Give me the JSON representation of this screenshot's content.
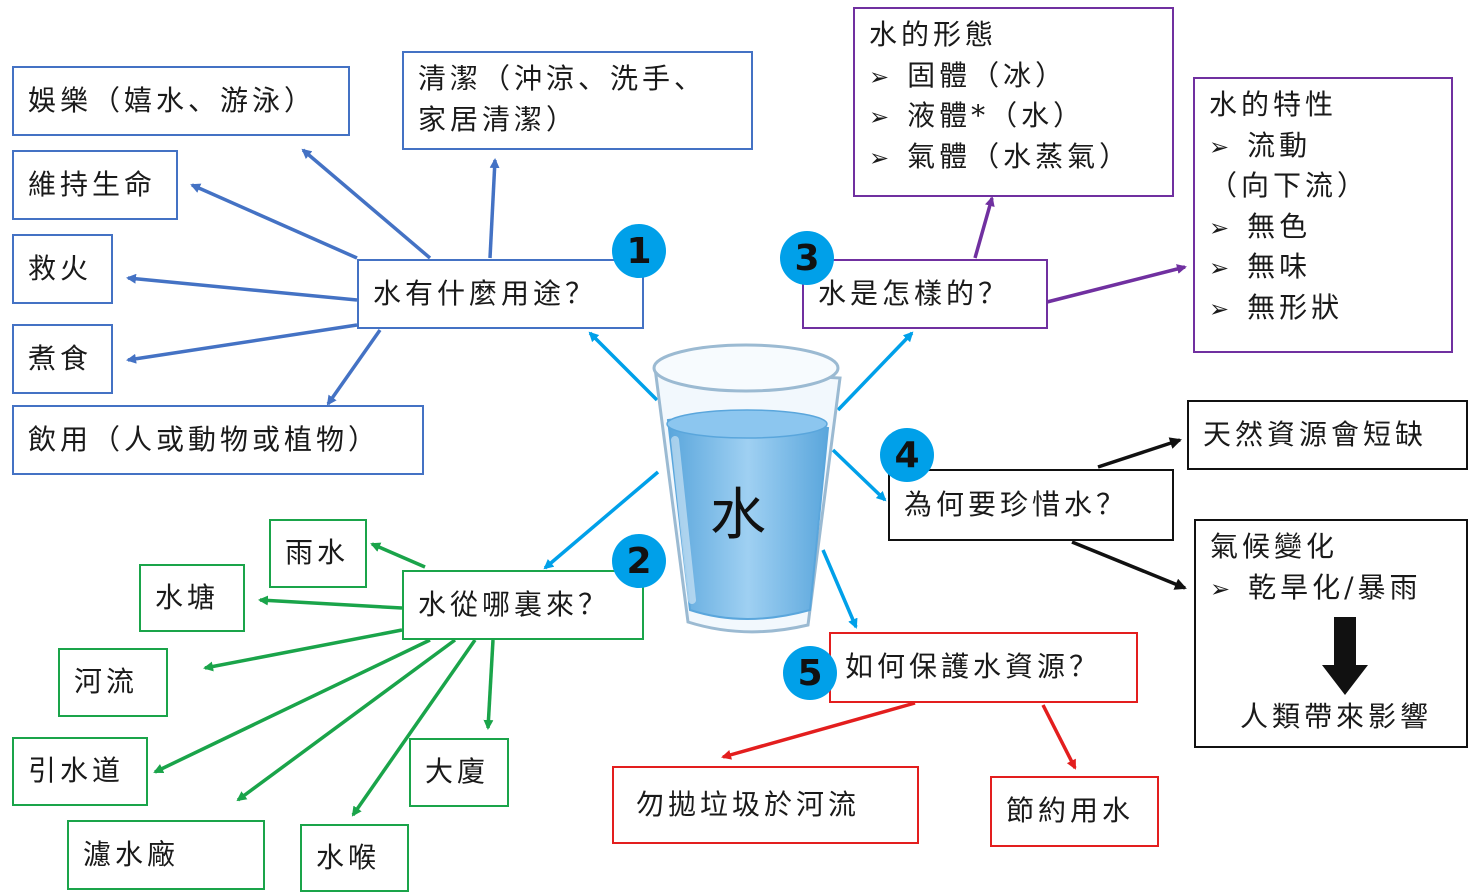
{
  "center": {
    "label": "水"
  },
  "q1": {
    "number": "1",
    "text": "水有什麼用途？"
  },
  "q2": {
    "number": "2",
    "text": "水從哪裏來？"
  },
  "q3": {
    "number": "3",
    "text": "水是怎樣的？"
  },
  "q4": {
    "number": "4",
    "text": "為何要珍惜水？"
  },
  "q5": {
    "number": "5",
    "text": "如何保護水資源？"
  },
  "uses": {
    "recreation": "娛樂（嬉水、游泳）",
    "cleaning_line1": "清潔（沖涼、洗手、",
    "cleaning_line2": "家居清潔）",
    "life": "維持生命",
    "fire": "救火",
    "cooking": "煮食",
    "drinking": "飲用（人或動物或植物）"
  },
  "sources": {
    "rain": "雨水",
    "pond": "水塘",
    "river": "河流",
    "channel": "引水道",
    "building": "大廈",
    "treatment": "濾水廠",
    "tap": "水喉"
  },
  "forms": {
    "title": "水的形態",
    "items": [
      "固體（冰）",
      "液體*（水）",
      "氣體（水蒸氣）"
    ]
  },
  "properties": {
    "title": "水的特性",
    "items": [
      "流動",
      "（向下流）",
      "無色",
      "無味",
      "無形狀"
    ]
  },
  "reasons": {
    "shortage": "天然資源會短缺",
    "climate_title": "氣候變化",
    "climate_item": "乾旱化/暴雨",
    "impact": "人類帶來影響"
  },
  "protect": {
    "litter": "勿拋垃圾於河流",
    "save": "節約用水"
  },
  "bullet": "➢",
  "colors": {
    "blue": "#4472c4",
    "green": "#1aa44a",
    "red": "#e31e1e",
    "purple": "#7030a0",
    "cyan": "#00a0e9",
    "black": "#111111"
  }
}
